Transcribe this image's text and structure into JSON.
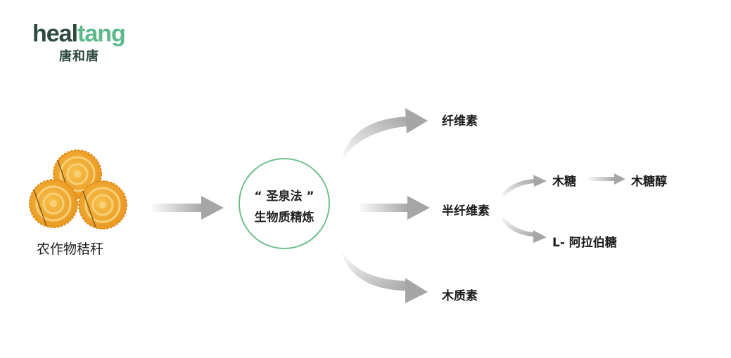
{
  "logo": {
    "text_a": "heal",
    "text_b": "tang",
    "chinese": "唐和唐"
  },
  "source": {
    "label": "农作物秸秆"
  },
  "process": {
    "line1": "“ 圣泉法 ”",
    "line2": "生物质精炼"
  },
  "products": {
    "cellulose": "纤维素",
    "hemicellulose": "半纤维素",
    "lignin": "木质素"
  },
  "derivatives": {
    "xylose": "木糖",
    "xylitol": "木糖醇",
    "arabinose": "L- 阿拉伯糖"
  },
  "colors": {
    "brand_dark": "#2e4a3f",
    "brand_green": "#5bb98a",
    "circle_border": "#6fbf8a",
    "arrow_grey": "#a6a6a6",
    "hay": "#f0a32a"
  }
}
